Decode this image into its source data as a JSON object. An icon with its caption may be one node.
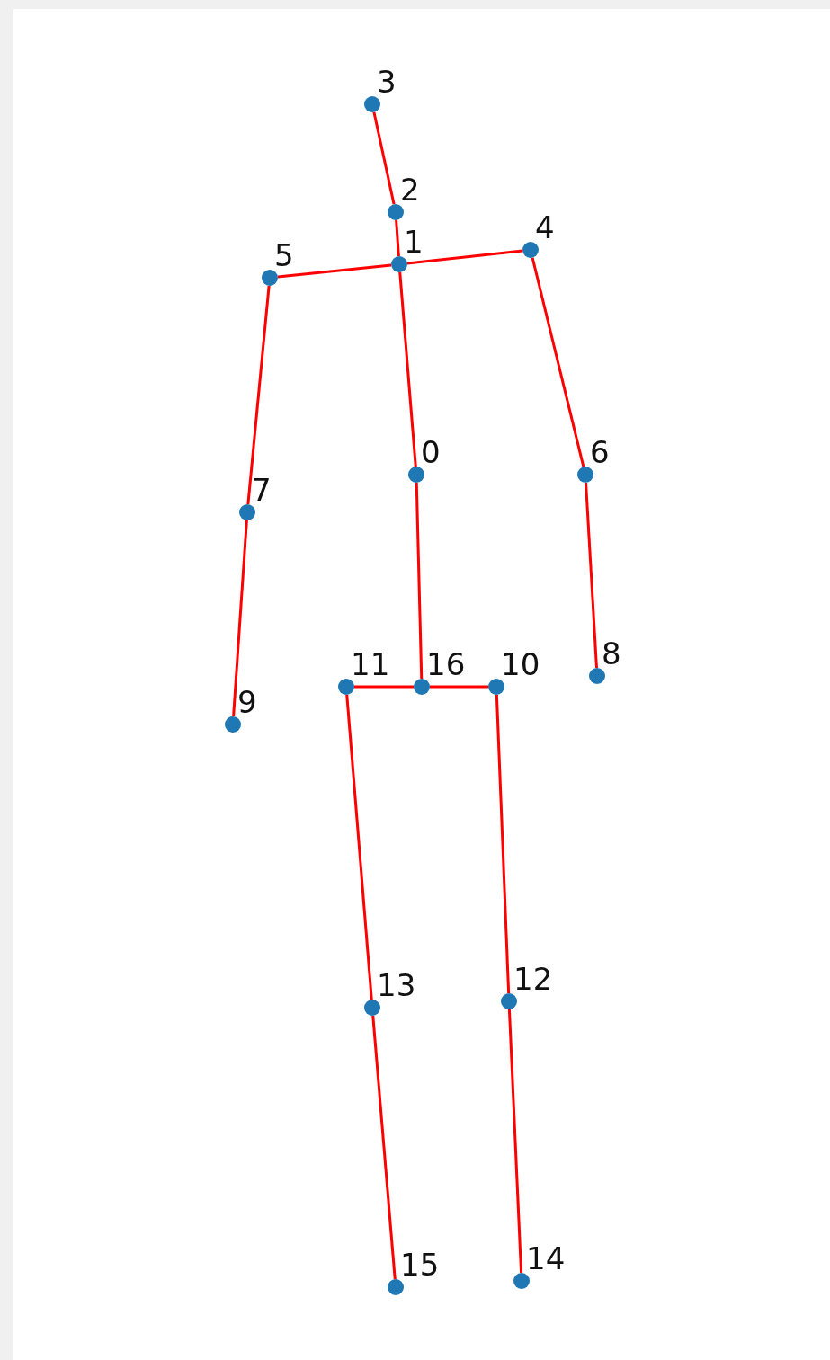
{
  "diagram": {
    "nodes": [
      {
        "text": [],
        "shape": "circle",
        "beside": [
          "3"
        ]
      },
      {
        "text": [],
        "shape": "circle",
        "beside": [
          "2"
        ]
      },
      {
        "text": [],
        "shape": "circle",
        "beside": [
          "4"
        ]
      },
      {
        "text": [],
        "shape": "circle",
        "beside": [
          "1"
        ]
      },
      {
        "text": [],
        "shape": "circle",
        "beside": [
          "5"
        ]
      },
      {
        "text": [],
        "shape": "circle",
        "beside": [
          "0"
        ]
      },
      {
        "text": [],
        "shape": "circle",
        "beside": [
          "6"
        ]
      },
      {
        "text": [],
        "shape": "circle",
        "beside": [
          "7"
        ]
      },
      {
        "text": [],
        "shape": "circle",
        "beside": [
          "8"
        ]
      },
      {
        "text": [],
        "shape": "circle",
        "beside": [
          "11"
        ]
      },
      {
        "text": [],
        "shape": "circle",
        "beside": [
          "16"
        ]
      },
      {
        "text": [],
        "shape": "circle",
        "beside": [
          "10"
        ]
      },
      {
        "text": [],
        "shape": "circle",
        "beside": [
          "9"
        ]
      },
      {
        "text": [],
        "shape": "circle",
        "beside": [
          "12"
        ]
      },
      {
        "text": [],
        "shape": "circle",
        "beside": [
          "13"
        ]
      },
      {
        "text": [],
        "shape": "circle",
        "beside": [
          "14"
        ]
      },
      {
        "text": [],
        "shape": "circle",
        "beside": [
          "15"
        ]
      }
    ],
    "edges": [
      {
        "from": 0,
        "to": 1,
        "arrow": "none"
      },
      {
        "from": 1,
        "to": 3,
        "arrow": "none"
      },
      {
        "from": 3,
        "to": 4,
        "arrow": "none"
      },
      {
        "from": 3,
        "to": 2,
        "arrow": "none"
      },
      {
        "from": 3,
        "to": 5,
        "arrow": "none"
      },
      {
        "from": 4,
        "to": 7,
        "arrow": "none"
      },
      {
        "from": 7,
        "to": 12,
        "arrow": "none"
      },
      {
        "from": 2,
        "to": 6,
        "arrow": "none"
      },
      {
        "from": 6,
        "to": 8,
        "arrow": "none"
      },
      {
        "from": 5,
        "to": 10,
        "arrow": "none"
      },
      {
        "from": 10,
        "to": 9,
        "arrow": "none"
      },
      {
        "from": 10,
        "to": 11,
        "arrow": "none"
      },
      {
        "from": 9,
        "to": 14,
        "arrow": "none"
      },
      {
        "from": 14,
        "to": 16,
        "arrow": "none"
      },
      {
        "from": 11,
        "to": 13,
        "arrow": "none"
      },
      {
        "from": 13,
        "to": 15,
        "arrow": "none"
      }
    ]
  }
}
